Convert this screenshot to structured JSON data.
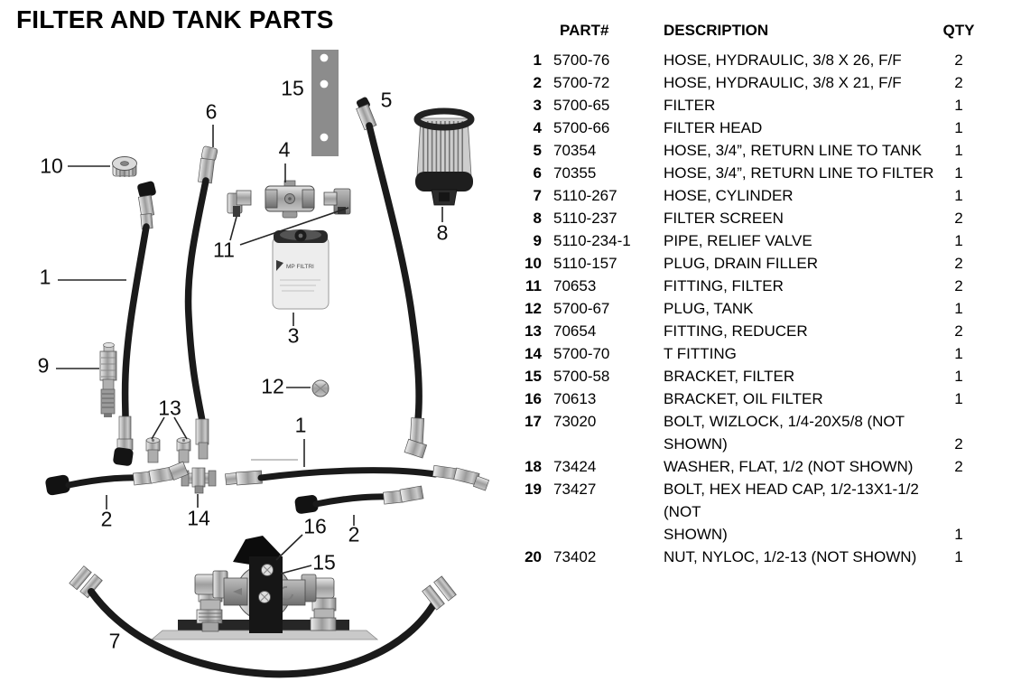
{
  "title": "FILTER AND TANK PARTS",
  "table": {
    "headers": {
      "part": "PART#",
      "description": "DESCRIPTION",
      "qty": "QTY"
    },
    "rows": [
      {
        "num": "1",
        "part": "5700-76",
        "description": "HOSE, HYDRAULIC, 3/8 X 26, F/F",
        "qty": "2"
      },
      {
        "num": "2",
        "part": "5700-72",
        "description": "HOSE, HYDRAULIC, 3/8 X 21, F/F",
        "qty": "2"
      },
      {
        "num": "3",
        "part": "5700-65",
        "description": "FILTER",
        "qty": "1"
      },
      {
        "num": "4",
        "part": "5700-66",
        "description": "FILTER HEAD",
        "qty": "1"
      },
      {
        "num": "5",
        "part": "70354",
        "description": "HOSE, 3/4”, RETURN LINE TO TANK",
        "qty": "1"
      },
      {
        "num": "6",
        "part": "70355",
        "description": "HOSE, 3/4”, RETURN LINE TO FILTER",
        "qty": "1"
      },
      {
        "num": "7",
        "part": "5110-267",
        "description": "HOSE, CYLINDER",
        "qty": "1"
      },
      {
        "num": "8",
        "part": "5110-237",
        "description": "FILTER SCREEN",
        "qty": "2"
      },
      {
        "num": "9",
        "part": "5110-234-1",
        "description": "PIPE, RELIEF VALVE",
        "qty": "1"
      },
      {
        "num": "10",
        "part": "5110-157",
        "description": "PLUG, DRAIN FILLER",
        "qty": "2"
      },
      {
        "num": "11",
        "part": "70653",
        "description": "FITTING, FILTER",
        "qty": "2"
      },
      {
        "num": "12",
        "part": "5700-67",
        "description": "PLUG, TANK",
        "qty": "1"
      },
      {
        "num": "13",
        "part": "70654",
        "description": "FITTING, REDUCER",
        "qty": "2"
      },
      {
        "num": "14",
        "part": "5700-70",
        "description": "T FITTING",
        "qty": "1"
      },
      {
        "num": "15",
        "part": "5700-58",
        "description": "BRACKET, FILTER",
        "qty": "1"
      },
      {
        "num": "16",
        "part": "70613",
        "description": "BRACKET, OIL FILTER",
        "qty": "1"
      },
      {
        "num": "17",
        "part": "73020",
        "description": "BOLT, WIZLOCK, 1/4-20X5/8 (NOT SHOWN)",
        "qty": "2"
      },
      {
        "num": "18",
        "part": "73424",
        "description": "WASHER, FLAT, 1/2 (NOT SHOWN)",
        "qty": "2"
      },
      {
        "num": "19",
        "part": "73427",
        "description": "BOLT, HEX HEAD CAP, 1/2-13X1-1/2 (NOT\nSHOWN)",
        "qty": "1"
      },
      {
        "num": "20",
        "part": "73402",
        "description": "NUT, NYLOC, 1/2-13 (NOT SHOWN)",
        "qty": "1"
      }
    ]
  },
  "diagram": {
    "filter_brand_label": "MP FILTRI",
    "callouts": {
      "c10": "10",
      "c6": "6",
      "c15_top": "15",
      "c4": "4",
      "c5": "5",
      "c8": "8",
      "c11": "11",
      "c3": "3",
      "c1_left": "1",
      "c9": "9",
      "c13": "13",
      "c12": "12",
      "c1_right": "1",
      "c14": "14",
      "c2_left": "2",
      "c2_right": "2",
      "c16": "16",
      "c15_bottom": "15",
      "c7": "7"
    }
  },
  "colors": {
    "text": "#000000",
    "callout_text": "#0e0e0e",
    "bracket_gray": "#8c8c8c",
    "hose_black": "#1a1a1a"
  }
}
